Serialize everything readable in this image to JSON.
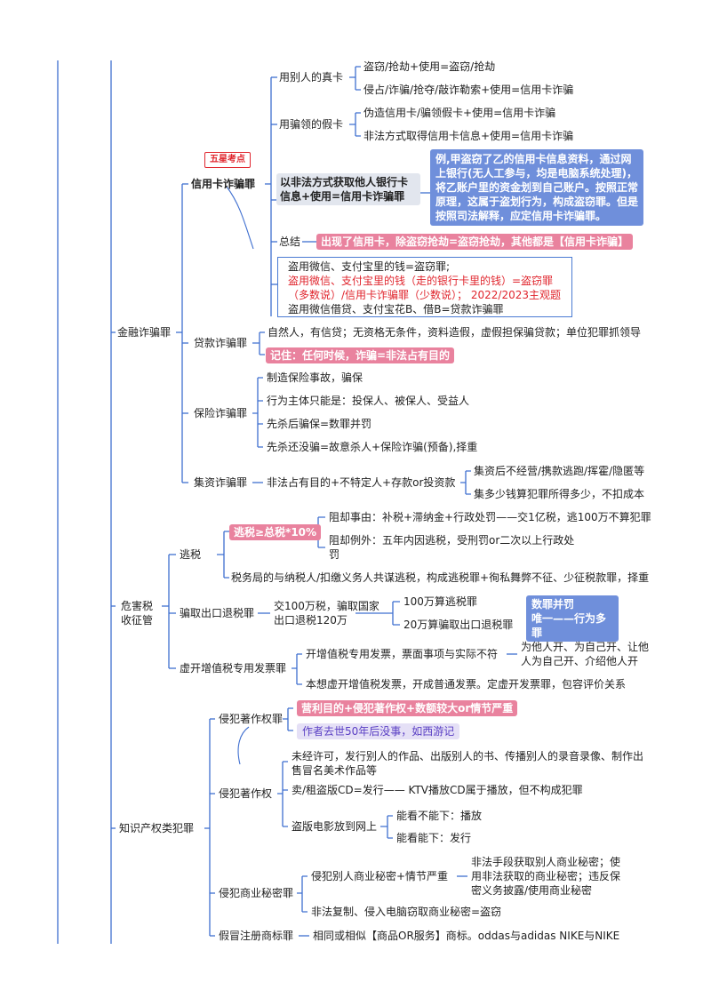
{
  "colors": {
    "line": "#3f6fd0",
    "pink": "#e9829e",
    "blue": "#6f8fdb",
    "red": "#e0262e"
  },
  "root": {
    "financial": {
      "label": "金融诈骗罪",
      "credit_card": {
        "label": "信用卡诈骗罪",
        "tag": "五星考点",
        "real_card": {
          "label": "用别人的真卡",
          "items": [
            "盗窃/抢劫+使用=盗窃/抢劫",
            "侵占/诈骗/抢夺/敲诈勒索+使用=信用卡诈骗"
          ]
        },
        "fake_card": {
          "label": "用骗领的假卡",
          "items": [
            "伪造信用卡/骗领假卡+使用=信用卡诈骗",
            "非法方式取得信用卡信息+使用=信用卡诈骗"
          ]
        },
        "illegal_info": "以非法方式获取他人银行卡信息+使用=信用卡诈骗罪",
        "example": "例,甲盗窃了乙的信用卡信息资料，通过网上银行(无人工参与，均是电脑系统处理)，将乙账户里的资金划到自己账户。按照正常原理，这属于盗划行为，构成盗窃罪。但是按照司法解释，应定信用卡诈骗罪。",
        "summary_label": "总结",
        "summary_text": "出现了信用卡，除盗窃抢劫=盗窃抢劫，其他都是【信用卡诈骗】",
        "note_lines": [
          "盗用微信、支付宝里的钱=盗窃罪;",
          "盗用微信、支付宝里的钱（走的银行卡里的钱）=盗窃罪",
          "（多数说）/信用卡诈骗罪（少数说）；  2022/2023主观题",
          "盗用微信借贷、支付宝花B、借B=贷款诈骗罪"
        ]
      },
      "loan": {
        "label": "贷款诈骗罪",
        "line1": "自然人，有信贷；无资格无条件，资料造假，虚假担保骗贷款；单位犯罪抓领导",
        "line2": "记住：任何时候，诈骗=非法占有目的"
      },
      "insurance": {
        "label": "保险诈骗罪",
        "items": [
          "制造保险事故，骗保",
          "行为主体只能是：投保人、被保人、受益人",
          "先杀后骗保=数罪并罚",
          "先杀还没骗=故意杀人+保险诈骗(预备),择重"
        ]
      },
      "fundraising": {
        "label": "集资诈骗罪",
        "main": "非法占有目的+不特定人+存款or投资款",
        "items": [
          "集资后不经营/携款逃跑/挥霍/隐匿等",
          "集多少钱算犯罪所得多少，不扣成本"
        ]
      }
    },
    "tax": {
      "label": "危害税收征管",
      "evasion": {
        "label": "逃税",
        "ratio": "逃税≥总税*10%",
        "block1": "阻却事由：补税+滞纳金+行政处罚——交1亿税，逃100万不算犯罪",
        "block2a": "阻却例外：五年内因逃税，受刑罚or二次以上行政处",
        "block2b": "罚",
        "collusion": "税务局的与纳税人/扣缴义务人共谋逃税，构成逃税罪+徇私舞弊不征、少征税款罪，择重"
      },
      "export": {
        "label": "骗取出口退税罪",
        "main1": "交100万税，骗取国家",
        "main2": "出口退税120万",
        "items": [
          "100万算逃税罪",
          "20万算骗取出口退税罪"
        ],
        "note1": "数罪并罚",
        "note2": "唯一——行为多罪"
      },
      "invoice": {
        "label": "虚开增值税专用发票罪",
        "a": "开增值税专用发票，票面事项与实际不符",
        "a_sub1": "为他人开、为自己开、让他",
        "a_sub2": "人为自己开、介绍他人开",
        "b": "本想虚开增值税发票，开成普通发票。定虚开发票罪，包容评价关系"
      }
    },
    "ip": {
      "label": "知识产权类犯罪",
      "copyright_crime": {
        "label": "侵犯著作权罪",
        "a": "营利目的+侵犯著作权+数额较大or情节严重",
        "b": "作者去世50年后没事，如西游记"
      },
      "copyright_infringe": {
        "label": "侵犯著作权",
        "a1": "未经许可，发行别人的作品、出版别人的书、传播别人的录音录像、制作出",
        "a2": "售冒名美术作品等",
        "b": "卖/租盗版CD=发行—— KTV播放CD属于播放，但不构成犯罪",
        "c": "盗版电影放到网上",
        "c_items": [
          "能看不能下：播放",
          "能看能下：发行"
        ]
      },
      "trade_secret": {
        "label": "侵犯商业秘密罪",
        "a": "侵犯别人商业秘密+情节严重",
        "a_sub": [
          "非法手段获取别人商业秘密；使",
          "用非法获取的商业秘密；违反保",
          "密义务披露/使用商业秘密"
        ],
        "b": "非法复制、侵入电脑窃取商业秘密=盗窃"
      },
      "trademark": {
        "label": "假冒注册商标罪",
        "a": "相同或相似【商品OR服务】商标。oddas与adidas NIKE与NIKE"
      }
    }
  }
}
